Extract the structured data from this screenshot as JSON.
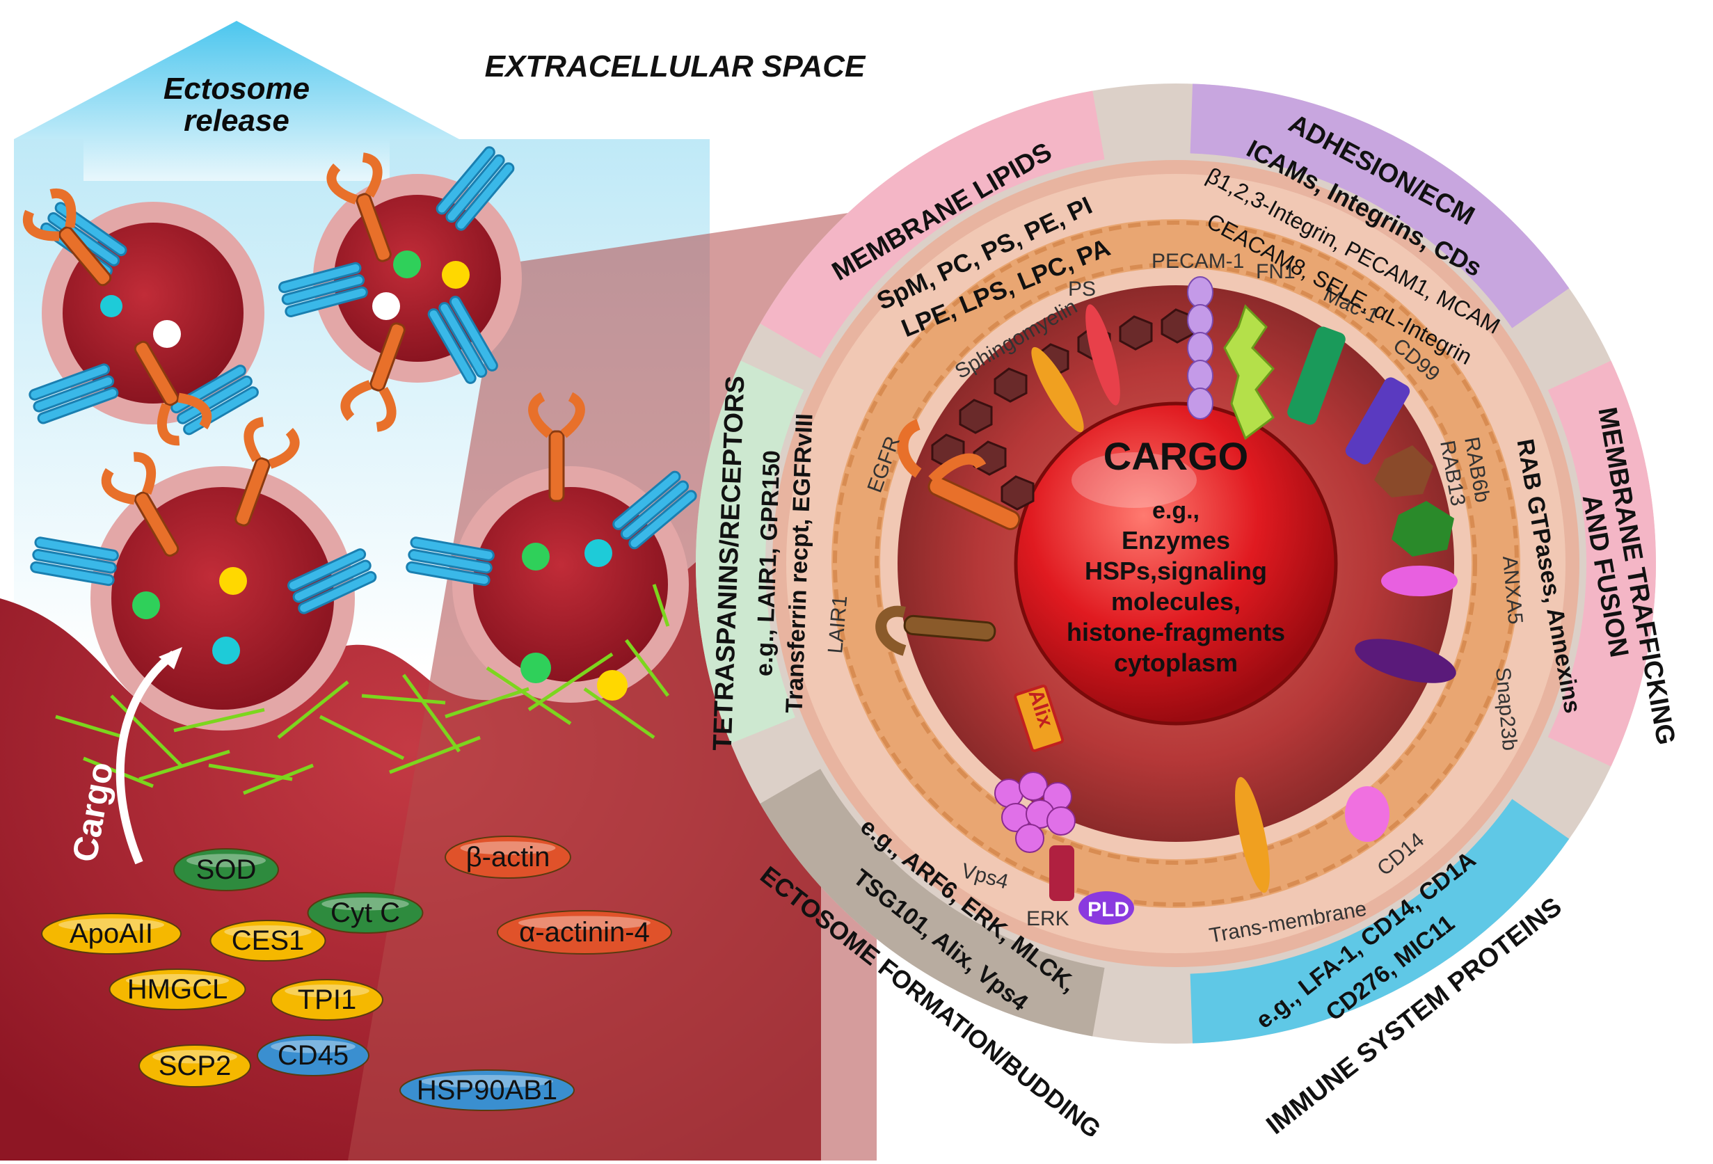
{
  "header": {
    "extracellular": "EXTRACELLULAR SPACE",
    "release_line1": "Ectosome",
    "release_line2": "release"
  },
  "cargo_arrow_label": "Cargo",
  "center": {
    "title": "CARGO",
    "lines": [
      "e.g.,",
      "Enzymes",
      "HSPs,signaling",
      "molecules,",
      "histone-fragments",
      "cytoplasm"
    ]
  },
  "sectors": {
    "lipids": {
      "title": "MEMBRANE LIPIDS",
      "line1": "SpM, PC, PS, PE, PI",
      "line2": "LPE, LPS, LPC, PA",
      "color": "#f4b6c6"
    },
    "adhesion": {
      "title1": "ADHESION/ECM",
      "title2": "ICAMs, Integrins, CDs",
      "line1": "β1,2,3-Integrin, PECAM1, MCAM",
      "line2": "CEACAM8, SELE, αL-Integrin",
      "color": "#c8a6df"
    },
    "trafficking": {
      "title1": "MEMBRANE TRAFFICKING",
      "title2": "AND FUSION",
      "line1": "RAB GTPases, Annexins",
      "color": "#f4b6c6"
    },
    "immune": {
      "title": "IMMUNE SYSTEM PROTEINS",
      "line1": "e.g., LFA-1, CD14, CD1A",
      "line2": "CD276, MIC11",
      "color": "#5fc8e6"
    },
    "formation": {
      "title": "ECTOSOME FORMATION/BUDDING",
      "line1": "e.g., ARF6, ERK, MLCK,",
      "line2": "TSG101, Alix, Vps4",
      "color": "#b8aca0"
    },
    "tetraspanins": {
      "title": "TETRASPANINS/RECEPTORS",
      "line1": "e.g., LAIR1, GPR150",
      "line2": "Transferrin recpt, EGFRvIII",
      "color": "#cde8d0"
    }
  },
  "membrane_labels": {
    "sphingomyelin": "Sphingomyelin",
    "ps": "PS",
    "pecam": "PECAM-1",
    "fn1": "FN1",
    "mac1": "Mac-1",
    "cd99": "CD99",
    "rab6b": "RAB6b",
    "rab13": "RAB13",
    "anxa5": "ANXA5",
    "snap23b": "Snap23b",
    "cd14": "CD14",
    "transmembrane": "Trans-membrane",
    "pld": "PLD",
    "erk": "ERK",
    "vps4": "Vps4",
    "alix": "Alix",
    "lair1": "LAIR1",
    "egfr": "EGFR"
  },
  "cargo_pills": [
    {
      "label": "SOD",
      "color": "#2e8b3e"
    },
    {
      "label": "β-actin",
      "color": "#e0522a"
    },
    {
      "label": "Cyt C",
      "color": "#2e8b3e"
    },
    {
      "label": "ApoAII",
      "color": "#f5b800"
    },
    {
      "label": "CES1",
      "color": "#f5b800"
    },
    {
      "label": "α-actinin-4",
      "color": "#e0522a"
    },
    {
      "label": "HMGCL",
      "color": "#f5b800"
    },
    {
      "label": "TPI1",
      "color": "#f5b800"
    },
    {
      "label": "SCP2",
      "color": "#f5b800"
    },
    {
      "label": "CD45",
      "color": "#3a8fd0"
    },
    {
      "label": "HSP90AB1",
      "color": "#3a8fd0"
    }
  ],
  "colors": {
    "cytoplasm": "#a8202e",
    "vesicle_ring": "#e3a7a7",
    "release_arrow": "#4cc6ee",
    "center_sphere": "#d8141c"
  }
}
